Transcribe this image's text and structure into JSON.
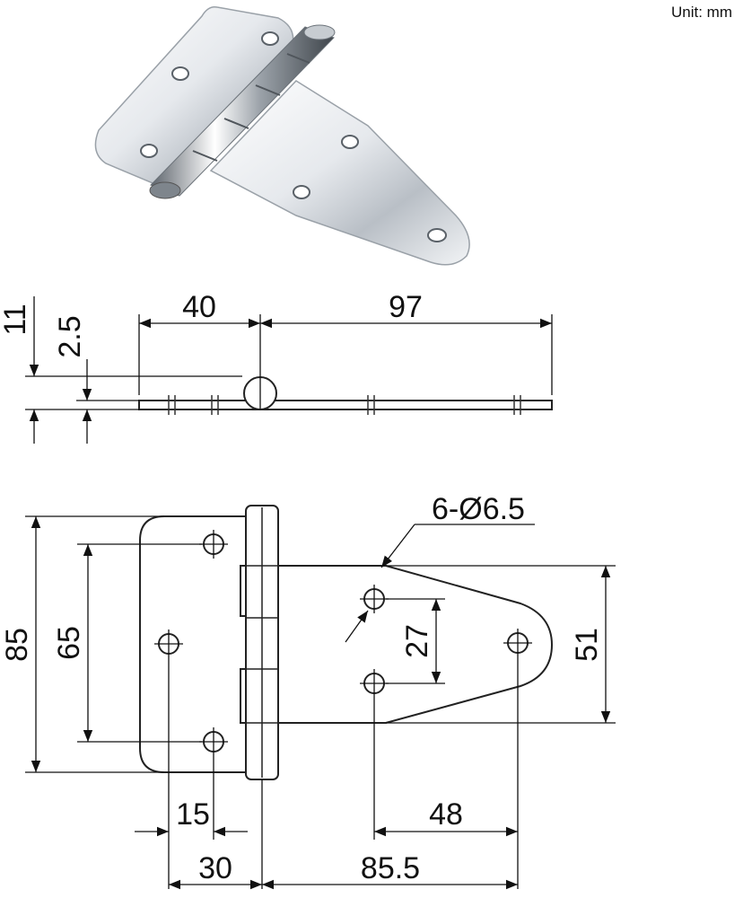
{
  "unit_label": "Unit: mm",
  "product": {
    "name": "hinge-photo"
  },
  "side_view": {
    "dimensions": {
      "left_leaf": "40",
      "right_leaf": "97",
      "total_height": "11",
      "thickness": "2.5"
    }
  },
  "front_view": {
    "dimensions": {
      "height": "85",
      "hole_spacing_left": "65",
      "holes_note": "6-Ø6.5",
      "hole_spacing_right": "27",
      "right_leaf_height": "51",
      "left_hole_offset": "15",
      "left_leaf_width": "30",
      "right_leaf_length": "85.5",
      "right_hole_offset": "48"
    }
  },
  "colors": {
    "line": "#111111",
    "steel_light": "#f4f6f8",
    "steel_dark": "#8a9199"
  }
}
